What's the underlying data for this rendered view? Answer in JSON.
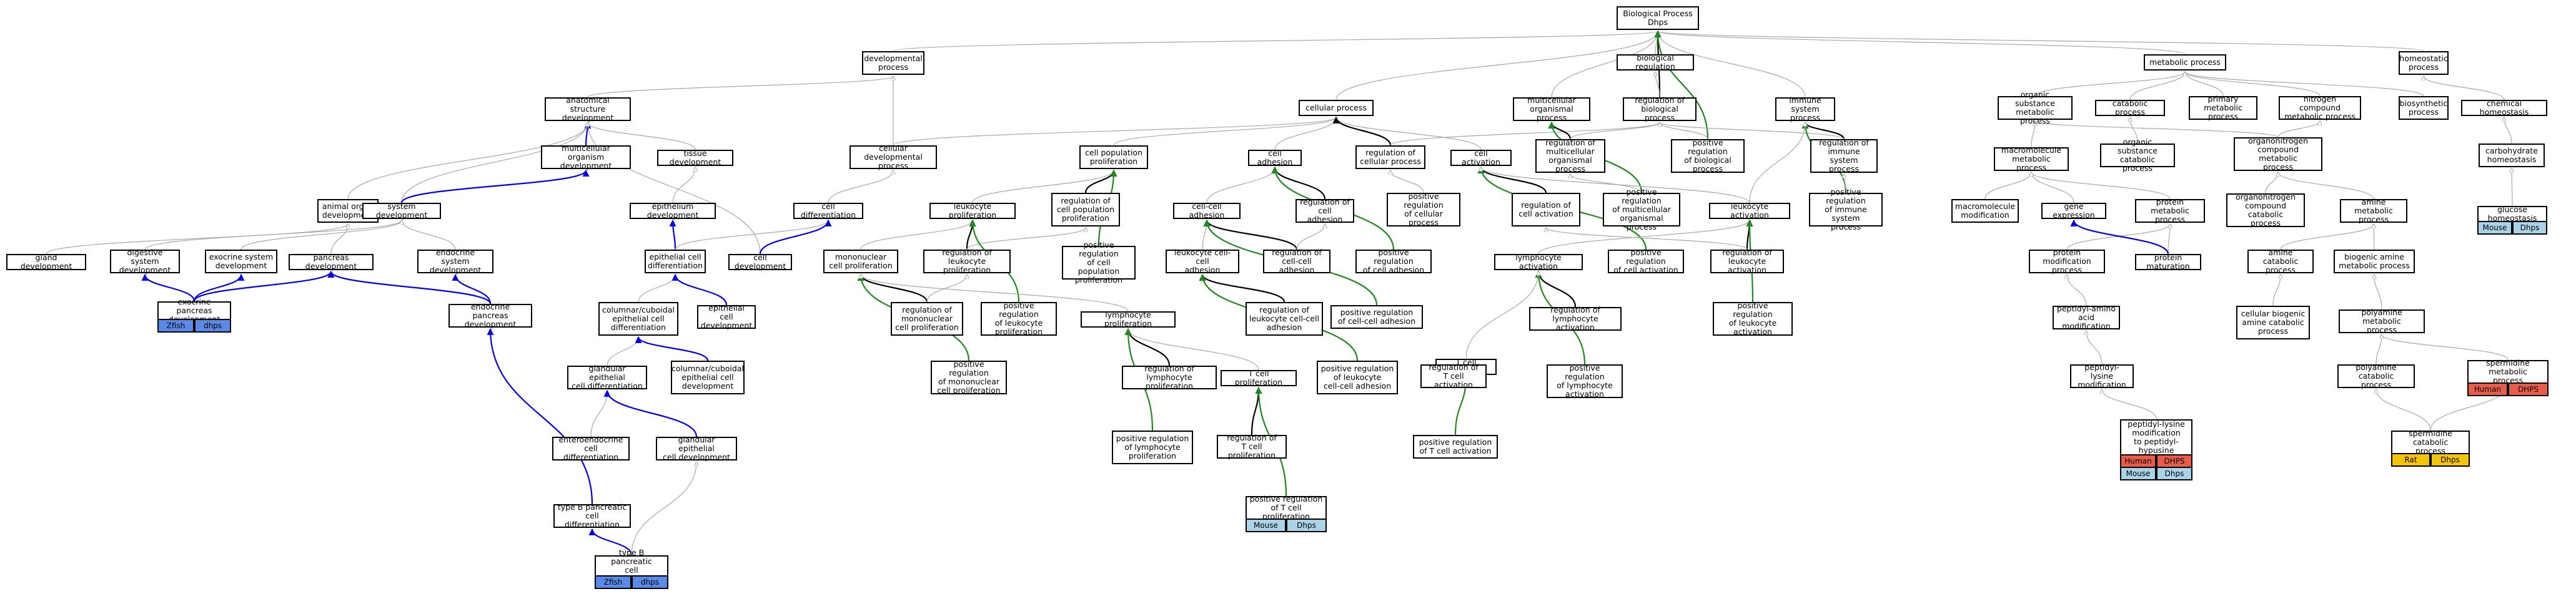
{
  "colors": {
    "is_a": "#a8a8a8",
    "part_of": "#0000e0",
    "regulates": "#000000",
    "pos_regulates": "#1e8a1e",
    "zfish": "#5a8ae8",
    "mouse": "#a9d3e6",
    "human": "#e85c4a",
    "rat": "#f2c40a"
  },
  "nodes": [
    {
      "id": "bp",
      "label": "Biological Process\nDhps"
    },
    {
      "id": "dev",
      "label": "developmental\nprocess"
    },
    {
      "id": "bioreg",
      "label": "biological regulation"
    },
    {
      "id": "anat",
      "label": "anatomical structure\ndevelopment"
    },
    {
      "id": "cellproc",
      "label": "cellular process"
    },
    {
      "id": "multi",
      "label": "multicellular\norganismal process"
    },
    {
      "id": "regbio",
      "label": "regulation of\nbiological process"
    },
    {
      "id": "immune",
      "label": "immune system\nprocess"
    },
    {
      "id": "metab",
      "label": "metabolic process"
    },
    {
      "id": "homeo",
      "label": "homeostatic\nprocess"
    },
    {
      "id": "multidev",
      "label": "multicellular\norganism development"
    },
    {
      "id": "tissue",
      "label": "tissue development"
    },
    {
      "id": "celldevproc",
      "label": "cellular developmental\nprocess"
    },
    {
      "id": "cellpop",
      "label": "cell population\nproliferation"
    },
    {
      "id": "celladh",
      "label": "cell adhesion"
    },
    {
      "id": "regcellproc",
      "label": "regulation of\ncellular process"
    },
    {
      "id": "cellact",
      "label": "cell activation"
    },
    {
      "id": "regmulti",
      "label": "regulation of\nmulticellular\norganismal process"
    },
    {
      "id": "posregbio",
      "label": "positive regulation\nof biological\nprocess"
    },
    {
      "id": "regimmune",
      "label": "regulation of\nimmune system\nprocess"
    },
    {
      "id": "orgsub",
      "label": "organic substance\nmetabolic process"
    },
    {
      "id": "catab",
      "label": "catabolic process"
    },
    {
      "id": "primmet",
      "label": "primary metabolic\nprocess"
    },
    {
      "id": "nitro",
      "label": "nitrogen compound\nmetabolic process"
    },
    {
      "id": "biosyn",
      "label": "biosynthetic\nprocess"
    },
    {
      "id": "chemhomeo",
      "label": "chemical homeostasis"
    },
    {
      "id": "animalorgan",
      "label": "animal organ\ndevelopment"
    },
    {
      "id": "sysdev",
      "label": "system development"
    },
    {
      "id": "epidev",
      "label": "epithelium development"
    },
    {
      "id": "celldiff",
      "label": "cell differentiation"
    },
    {
      "id": "leukprolif",
      "label": "leukocyte proliferation"
    },
    {
      "id": "regcellpop",
      "label": "regulation of\ncell population\nproliferation"
    },
    {
      "id": "ccadh",
      "label": "cell-cell adhesion"
    },
    {
      "id": "regcelladh",
      "label": "regulation of\ncell adhesion"
    },
    {
      "id": "posregcellproc",
      "label": "positive regulation\nof cellular\nprocess"
    },
    {
      "id": "regcellact",
      "label": "regulation of\ncell activation"
    },
    {
      "id": "posregmulti",
      "label": "positive regulation\nof multicellular\norganismal process"
    },
    {
      "id": "leukact",
      "label": "leukocyte activation"
    },
    {
      "id": "posregimmune",
      "label": "positive regulation\nof immune system\nprocess"
    },
    {
      "id": "macromol",
      "label": "macromolecule\nmetabolic process"
    },
    {
      "id": "orgsubcat",
      "label": "organic substance\ncatabolic process"
    },
    {
      "id": "organonit",
      "label": "organonitrogen\ncompound metabolic\nprocess"
    },
    {
      "id": "carbhomeo",
      "label": "carbohydrate\nhomeostasis"
    },
    {
      "id": "glandev",
      "label": "gland development"
    },
    {
      "id": "digest",
      "label": "digestive system\ndevelopment"
    },
    {
      "id": "exosys",
      "label": "exocrine system\ndevelopment"
    },
    {
      "id": "pancdev",
      "label": "pancreas development"
    },
    {
      "id": "endosys",
      "label": "endocrine system\ndevelopment"
    },
    {
      "id": "epicelldiff",
      "label": "epithelial cell\ndifferentiation"
    },
    {
      "id": "celldev",
      "label": "cell development"
    },
    {
      "id": "mononuc",
      "label": "mononuclear\ncell proliferation"
    },
    {
      "id": "regleukprolif",
      "label": "regulation of\nleukocyte proliferation"
    },
    {
      "id": "posregcellpop",
      "label": "positive regulation\nof cell population\nproliferation"
    },
    {
      "id": "leukccadh",
      "label": "leukocyte cell-cell\nadhesion"
    },
    {
      "id": "regccadh",
      "label": "regulation of\ncell-cell adhesion"
    },
    {
      "id": "posregcelladh",
      "label": "positive regulation\nof cell adhesion"
    },
    {
      "id": "lymphact",
      "label": "lymphocyte activation"
    },
    {
      "id": "posregcellact",
      "label": "positive regulation\nof cell activation"
    },
    {
      "id": "regleukact",
      "label": "regulation of\nleukocyte activation"
    },
    {
      "id": "macromod",
      "label": "macromolecule\nmodification"
    },
    {
      "id": "geneexp",
      "label": "gene expression"
    },
    {
      "id": "protmet",
      "label": "protein metabolic\nprocess"
    },
    {
      "id": "organonitcat",
      "label": "organonitrogen\ncompound catabolic\nprocess"
    },
    {
      "id": "aminemet",
      "label": "amine metabolic\nprocess"
    },
    {
      "id": "glucose",
      "label": "glucose homeostasis"
    },
    {
      "id": "exopanc",
      "label": "exocrine pancreas\ndevelopment"
    },
    {
      "id": "endopanc",
      "label": "endocrine pancreas\ndevelopment"
    },
    {
      "id": "colepidiff",
      "label": "columnar/cuboidal\nepithelial cell\ndifferentiation"
    },
    {
      "id": "epicelldev",
      "label": "epithelial cell\ndevelopment"
    },
    {
      "id": "regmononuc",
      "label": "regulation of\nmononuclear\ncell proliferation"
    },
    {
      "id": "posregleukprolif",
      "label": "positive regulation\nof leukocyte\nproliferation"
    },
    {
      "id": "lymphprolif",
      "label": "lymphocyte proliferation"
    },
    {
      "id": "regleukccadh",
      "label": "regulation of\nleukocyte cell-cell\nadhesion"
    },
    {
      "id": "posregccadh",
      "label": "positive regulation\nof cell-cell adhesion"
    },
    {
      "id": "reglymphact",
      "label": "regulation of\nlymphocyte activation"
    },
    {
      "id": "posregleukact",
      "label": "positive regulation\nof leukocyte\nactivation"
    },
    {
      "id": "protmod",
      "label": "protein modification\nprocess"
    },
    {
      "id": "protmat",
      "label": "protein maturation"
    },
    {
      "id": "aminecat",
      "label": "amine catabolic\nprocess"
    },
    {
      "id": "biogenic",
      "label": "biogenic amine\nmetabolic process"
    },
    {
      "id": "glandepi",
      "label": "glandular epithelial\ncell differentiation"
    },
    {
      "id": "colepidev",
      "label": "columnar/cuboidal\nepithelial cell\ndevelopment"
    },
    {
      "id": "posregmononuc",
      "label": "positive regulation\nof mononuclear\ncell proliferation"
    },
    {
      "id": "reglymphprolif",
      "label": "regulation of\nlymphocyte proliferation"
    },
    {
      "id": "tcellprolif",
      "label": "T cell proliferation"
    },
    {
      "id": "posregleukccadh",
      "label": "positive regulation\nof leukocyte\ncell-cell adhesion"
    },
    {
      "id": "tcellact",
      "label": "T cell activation"
    },
    {
      "id": "posreglymphact",
      "label": "positive regulation\nof lymphocyte\nactivation"
    },
    {
      "id": "peptaa",
      "label": "peptidyl-amino\nacid modification"
    },
    {
      "id": "cellbio",
      "label": "cellular biogenic\namine catabolic\nprocess"
    },
    {
      "id": "polyamine",
      "label": "polyamine metabolic\nprocess"
    },
    {
      "id": "enteroendo",
      "label": "enteroendocrine\ncell differentiation"
    },
    {
      "id": "glandepidev",
      "label": "glandular epithelial\ncell development"
    },
    {
      "id": "regtcellact",
      "label": "regulation of\nT cell activation"
    },
    {
      "id": "peptlys",
      "label": "peptidyl-lysine\nmodification"
    },
    {
      "id": "polycat",
      "label": "polyamine catabolic\nprocess"
    },
    {
      "id": "spermidine",
      "label": "spermidine metabolic\nprocess"
    },
    {
      "id": "typeBdiff",
      "label": "type B pancreatic\ncell differentiation"
    },
    {
      "id": "posreglymphprolif",
      "label": "positive regulation\nof lymphocyte\nproliferation"
    },
    {
      "id": "regtcellprolif",
      "label": "regulation of\nT cell proliferation"
    },
    {
      "id": "posregtcellact",
      "label": "positive regulation\nof T cell activation"
    },
    {
      "id": "peptlyshyp",
      "label": "peptidyl-lysine\nmodification\nto peptidyl-hypusine"
    },
    {
      "id": "spermcat",
      "label": "spermidine catabolic\nprocess"
    },
    {
      "id": "typeBdev",
      "label": "type B pancreatic\ncell development"
    },
    {
      "id": "posregtcellprolif",
      "label": "positive regulation\nof T cell proliferation"
    }
  ],
  "tags": [
    {
      "id": "exopanc",
      "items": [
        {
          "label": "Zfish",
          "color": "zfish"
        },
        {
          "label": "dhps",
          "color": "zfish"
        }
      ]
    },
    {
      "id": "typeBdev",
      "items": [
        {
          "label": "Zfish",
          "color": "zfish"
        },
        {
          "label": "dhps",
          "color": "zfish"
        }
      ]
    },
    {
      "id": "posregtcellprolif",
      "items": [
        {
          "label": "Mouse",
          "color": "mouse"
        },
        {
          "label": "Dhps",
          "color": "mouse"
        }
      ]
    },
    {
      "id": "peptlyshyp",
      "items": [
        {
          "label": "Human",
          "color": "human"
        },
        {
          "label": "DHPS",
          "color": "human"
        },
        {
          "label": "Mouse",
          "color": "mouse"
        },
        {
          "label": "Dhps",
          "color": "mouse"
        }
      ]
    },
    {
      "id": "spermidine",
      "items": [
        {
          "label": "Human",
          "color": "human"
        },
        {
          "label": "DHPS",
          "color": "human"
        }
      ]
    },
    {
      "id": "spermcat",
      "items": [
        {
          "label": "Rat",
          "color": "rat"
        },
        {
          "label": "Dhps",
          "color": "rat"
        }
      ]
    },
    {
      "id": "glucose",
      "items": [
        {
          "label": "Mouse",
          "color": "mouse"
        },
        {
          "label": "Dhps",
          "color": "mouse"
        }
      ]
    }
  ],
  "edges": [
    [
      "dev",
      "bp",
      "is_a"
    ],
    [
      "bioreg",
      "bp",
      "is_a"
    ],
    [
      "cellproc",
      "bp",
      "is_a"
    ],
    [
      "multi",
      "bp",
      "is_a"
    ],
    [
      "immune",
      "bp",
      "is_a"
    ],
    [
      "metab",
      "bp",
      "is_a"
    ],
    [
      "homeo",
      "bp",
      "is_a"
    ],
    [
      "regbio",
      "bp",
      "regulates"
    ],
    [
      "posregbio",
      "bp",
      "pos_regulates"
    ],
    [
      "regbio",
      "bioreg",
      "is_a"
    ],
    [
      "anat",
      "dev",
      "is_a"
    ],
    [
      "celldevproc",
      "dev",
      "is_a"
    ],
    [
      "multidev",
      "anat",
      "part_of"
    ],
    [
      "tissue",
      "anat",
      "is_a"
    ],
    [
      "animalorgan",
      "anat",
      "is_a"
    ],
    [
      "sysdev",
      "anat",
      "is_a"
    ],
    [
      "celldev",
      "anat",
      "is_a"
    ],
    [
      "celldevproc",
      "cellproc",
      "is_a"
    ],
    [
      "cellpop",
      "cellproc",
      "is_a"
    ],
    [
      "celladh",
      "cellproc",
      "is_a"
    ],
    [
      "cellact",
      "cellproc",
      "is_a"
    ],
    [
      "regcellproc",
      "cellproc",
      "regulates"
    ],
    [
      "regcellproc",
      "regbio",
      "is_a"
    ],
    [
      "regmulti",
      "multi",
      "regulates"
    ],
    [
      "regmulti",
      "regbio",
      "is_a"
    ],
    [
      "posregbio",
      "regbio",
      "is_a"
    ],
    [
      "regimmune",
      "immune",
      "regulates"
    ],
    [
      "regimmune",
      "regbio",
      "is_a"
    ],
    [
      "posregimmune",
      "immune",
      "pos_regulates"
    ],
    [
      "orgsub",
      "metab",
      "is_a"
    ],
    [
      "catab",
      "metab",
      "is_a"
    ],
    [
      "primmet",
      "metab",
      "is_a"
    ],
    [
      "nitro",
      "metab",
      "is_a"
    ],
    [
      "biosyn",
      "metab",
      "is_a"
    ],
    [
      "chemhomeo",
      "homeo",
      "is_a"
    ],
    [
      "sysdev",
      "multidev",
      "part_of"
    ],
    [
      "epidev",
      "tissue",
      "is_a"
    ],
    [
      "celldiff",
      "celldevproc",
      "is_a"
    ],
    [
      "leukprolif",
      "cellpop",
      "is_a"
    ],
    [
      "regcellpop",
      "cellpop",
      "regulates"
    ],
    [
      "posregcellpop",
      "cellpop",
      "pos_regulates"
    ],
    [
      "ccadh",
      "celladh",
      "is_a"
    ],
    [
      "regcelladh",
      "celladh",
      "regulates"
    ],
    [
      "posregcelladh",
      "celladh",
      "pos_regulates"
    ],
    [
      "posregcellproc",
      "regcellproc",
      "is_a"
    ],
    [
      "regcellact",
      "cellact",
      "regulates"
    ],
    [
      "posregcellact",
      "cellact",
      "pos_regulates"
    ],
    [
      "posregmulti",
      "regmulti",
      "is_a"
    ],
    [
      "posregmulti",
      "multi",
      "pos_regulates"
    ],
    [
      "leukact",
      "cellact",
      "is_a"
    ],
    [
      "leukact",
      "immune",
      "is_a"
    ],
    [
      "posregimmune",
      "regimmune",
      "is_a"
    ],
    [
      "macromol",
      "orgsub",
      "is_a"
    ],
    [
      "orgsubcat",
      "catab",
      "is_a"
    ],
    [
      "organonit",
      "nitro",
      "is_a"
    ],
    [
      "organonit",
      "orgsub",
      "is_a"
    ],
    [
      "carbhomeo",
      "chemhomeo",
      "is_a"
    ],
    [
      "glandev",
      "animalorgan",
      "is_a"
    ],
    [
      "digest",
      "sysdev",
      "is_a"
    ],
    [
      "exosys",
      "sysdev",
      "is_a"
    ],
    [
      "pancdev",
      "animalorgan",
      "is_a"
    ],
    [
      "endosys",
      "sysdev",
      "is_a"
    ],
    [
      "epicelldiff",
      "epidev",
      "part_of"
    ],
    [
      "epicelldiff",
      "celldiff",
      "is_a"
    ],
    [
      "celldev",
      "celldiff",
      "part_of"
    ],
    [
      "mononuc",
      "leukprolif",
      "is_a"
    ],
    [
      "regleukprolif",
      "leukprolif",
      "regulates"
    ],
    [
      "regleukprolif",
      "regcellpop",
      "is_a"
    ],
    [
      "posregleukprolif",
      "leukprolif",
      "pos_regulates"
    ],
    [
      "leukccadh",
      "ccadh",
      "is_a"
    ],
    [
      "regccadh",
      "ccadh",
      "regulates"
    ],
    [
      "regccadh",
      "regcelladh",
      "is_a"
    ],
    [
      "posregccadh",
      "ccadh",
      "pos_regulates"
    ],
    [
      "lymphact",
      "leukact",
      "is_a"
    ],
    [
      "regleukact",
      "leukact",
      "regulates"
    ],
    [
      "regleukact",
      "regcellact",
      "is_a"
    ],
    [
      "posregleukact",
      "leukact",
      "pos_regulates"
    ],
    [
      "macromod",
      "macromol",
      "is_a"
    ],
    [
      "geneexp",
      "macromol",
      "is_a"
    ],
    [
      "protmet",
      "macromol",
      "is_a"
    ],
    [
      "organonitcat",
      "organonit",
      "is_a"
    ],
    [
      "aminemet",
      "organonit",
      "is_a"
    ],
    [
      "glucose",
      "carbhomeo",
      "is_a"
    ],
    [
      "exopanc",
      "pancdev",
      "part_of"
    ],
    [
      "exopanc",
      "exosys",
      "part_of"
    ],
    [
      "exopanc",
      "digest",
      "part_of"
    ],
    [
      "endopanc",
      "pancdev",
      "part_of"
    ],
    [
      "endopanc",
      "endosys",
      "part_of"
    ],
    [
      "colepidiff",
      "epicelldiff",
      "is_a"
    ],
    [
      "epicelldev",
      "epicelldiff",
      "part_of"
    ],
    [
      "regmononuc",
      "mononuc",
      "regulates"
    ],
    [
      "regmononuc",
      "regleukprolif",
      "is_a"
    ],
    [
      "posregmononuc",
      "mononuc",
      "pos_regulates"
    ],
    [
      "lymphprolif",
      "mononuc",
      "is_a"
    ],
    [
      "regleukccadh",
      "leukccadh",
      "regulates"
    ],
    [
      "posregleukccadh",
      "leukccadh",
      "pos_regulates"
    ],
    [
      "reglymphact",
      "lymphact",
      "regulates"
    ],
    [
      "posreglymphact",
      "lymphact",
      "pos_regulates"
    ],
    [
      "protmod",
      "protmet",
      "is_a"
    ],
    [
      "protmat",
      "protmet",
      "is_a"
    ],
    [
      "protmat",
      "geneexp",
      "part_of"
    ],
    [
      "aminecat",
      "aminemet",
      "is_a"
    ],
    [
      "biogenic",
      "aminemet",
      "is_a"
    ],
    [
      "glandepi",
      "colepidiff",
      "is_a"
    ],
    [
      "colepidev",
      "colepidiff",
      "part_of"
    ],
    [
      "reglymphprolif",
      "lymphprolif",
      "regulates"
    ],
    [
      "tcellprolif",
      "lymphprolif",
      "is_a"
    ],
    [
      "tcellact",
      "lymphact",
      "is_a"
    ],
    [
      "peptaa",
      "protmod",
      "is_a"
    ],
    [
      "cellbio",
      "aminecat",
      "is_a"
    ],
    [
      "polyamine",
      "biogenic",
      "is_a"
    ],
    [
      "enteroendo",
      "glandepi",
      "is_a"
    ],
    [
      "glandepidev",
      "glandepi",
      "part_of"
    ],
    [
      "regtcellact",
      "tcellact",
      "regulates"
    ],
    [
      "posregtcellact",
      "tcellact",
      "pos_regulates"
    ],
    [
      "peptlys",
      "peptaa",
      "is_a"
    ],
    [
      "polycat",
      "polyamine",
      "is_a"
    ],
    [
      "spermidine",
      "polyamine",
      "is_a"
    ],
    [
      "typeBdiff",
      "endopanc",
      "part_of"
    ],
    [
      "posreglymphprolif",
      "lymphprolif",
      "pos_regulates"
    ],
    [
      "regtcellprolif",
      "tcellprolif",
      "regulates"
    ],
    [
      "posregtcellprolif",
      "tcellprolif",
      "pos_regulates"
    ],
    [
      "peptlyshyp",
      "peptlys",
      "is_a"
    ],
    [
      "spermcat",
      "polycat",
      "is_a"
    ],
    [
      "spermcat",
      "spermidine",
      "is_a"
    ],
    [
      "typeBdev",
      "typeBdiff",
      "part_of"
    ],
    [
      "typeBdev",
      "glandepidev",
      "is_a"
    ]
  ]
}
